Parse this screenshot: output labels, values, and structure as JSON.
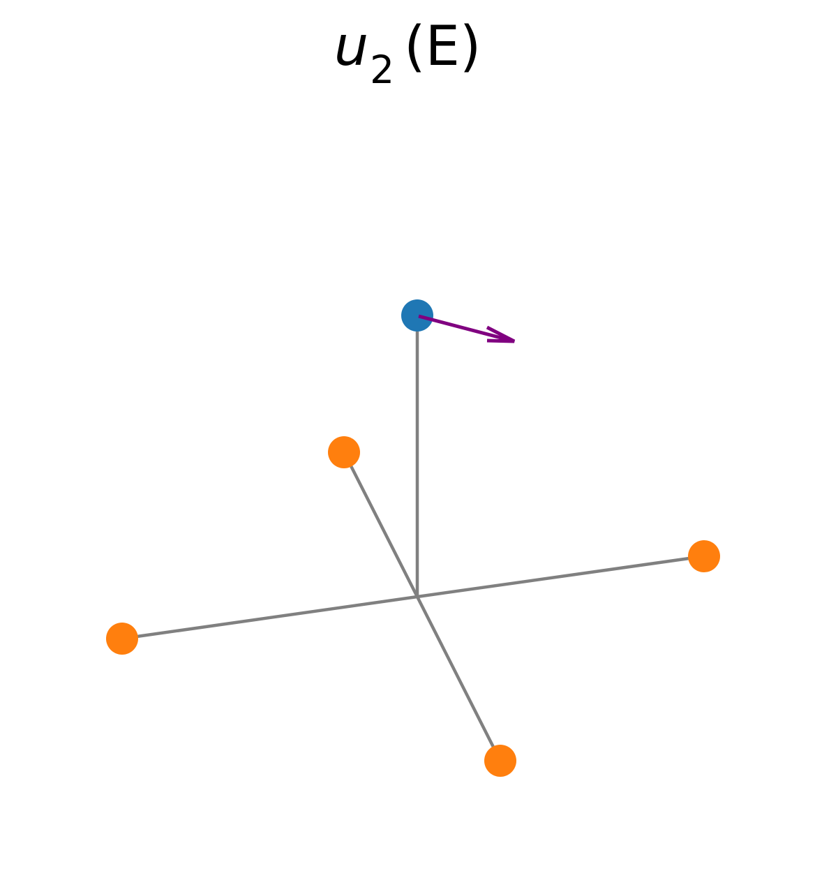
{
  "figure": {
    "title": {
      "symbol": "u",
      "subscript": "2",
      "label": "(E)"
    },
    "colors": {
      "bond": "#808080",
      "central_atom": "#1f77b4",
      "ligand_atom": "#ff7f0e",
      "displacement_arrow": "#800080",
      "background": "#ffffff"
    }
  }
}
